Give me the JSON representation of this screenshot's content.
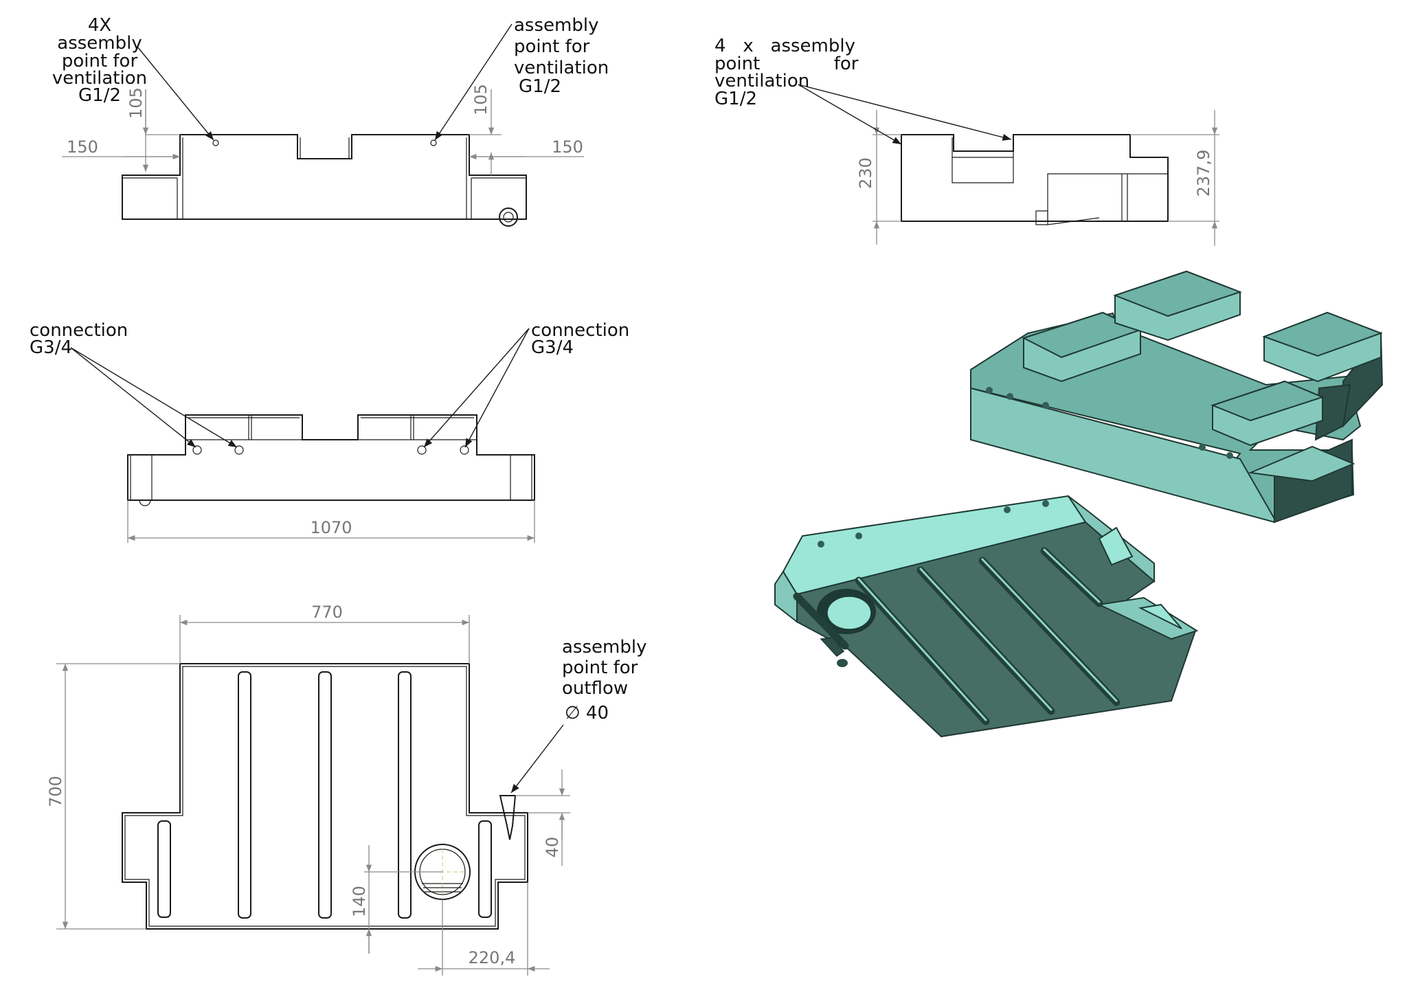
{
  "notes": {
    "front_vent_left": [
      "4X",
      "assembly",
      "point for",
      "ventilation",
      "G1/2"
    ],
    "front_vent_right": [
      "assembly",
      "point for",
      "ventilation",
      "G1/2"
    ],
    "side_vent": [
      "4   x   assembly",
      "point             for",
      "ventilation",
      "G1/2"
    ],
    "conn_left": [
      "connection",
      "G3/4"
    ],
    "conn_right": [
      "connection",
      "G3/4"
    ],
    "outflow": [
      "assembly",
      "point for",
      "outflow"
    ],
    "outflow_dia": "∅ 40"
  },
  "dims": {
    "front_105_left": "105",
    "front_105_right": "105",
    "front_150_left": "150",
    "front_150_right": "150",
    "side_230": "230",
    "side_237": "237,9",
    "mid_1070": "1070",
    "plan_770": "770",
    "plan_700": "700",
    "plan_40": "40",
    "plan_140": "140",
    "plan_220": "220,4"
  },
  "colors": {
    "tank_top": "#6fb2a6",
    "tank_side": "#85c9bc",
    "tank_dark": "#2e4e48",
    "tank_light": "#9be6d6",
    "tank_bottom": "#466e65"
  }
}
